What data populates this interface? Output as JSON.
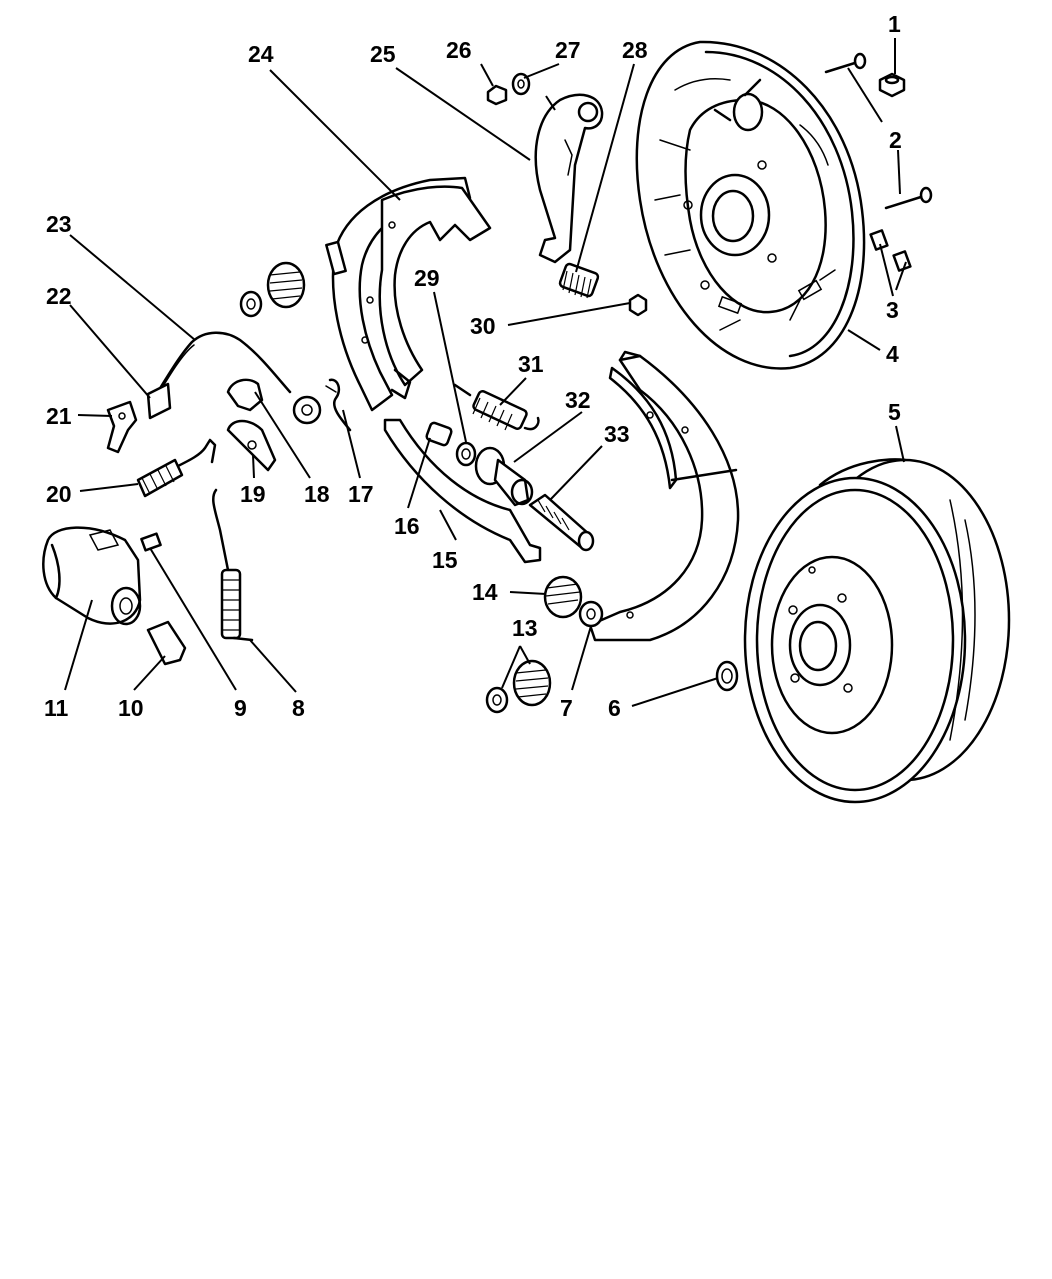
{
  "diagram": {
    "callouts": [
      "1",
      "2",
      "3",
      "4",
      "5",
      "6",
      "7",
      "8",
      "9",
      "10",
      "11",
      "13",
      "14",
      "15",
      "16",
      "17",
      "18",
      "19",
      "20",
      "21",
      "22",
      "23",
      "24",
      "25",
      "26",
      "27",
      "28",
      "29",
      "30",
      "31",
      "32",
      "33"
    ]
  },
  "colors": {
    "line": "#000000",
    "background": "#ffffff"
  }
}
